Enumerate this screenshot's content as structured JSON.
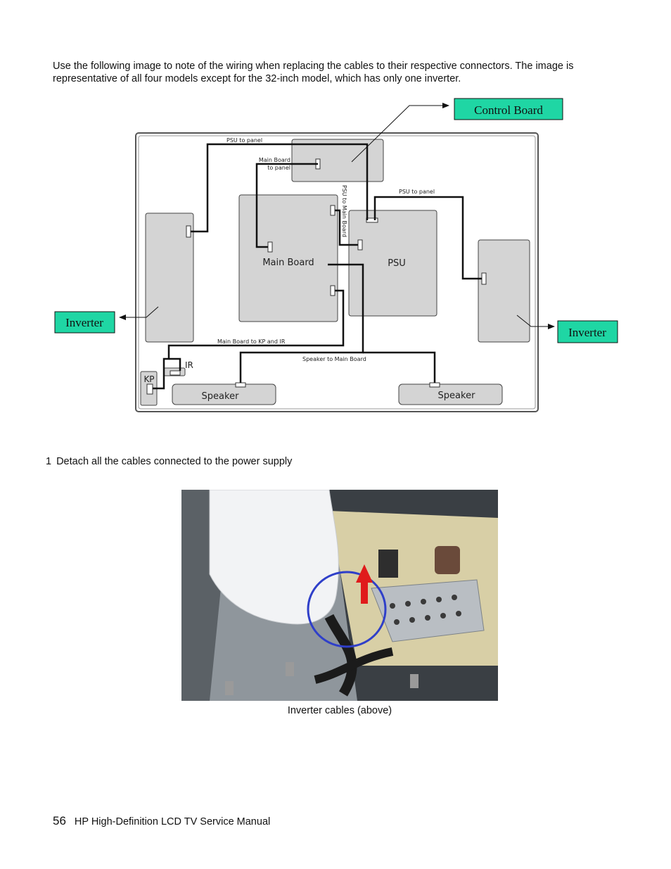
{
  "intro_text": "Use the following image to note of the wiring when replacing the cables to their respective connectors. The image is representative of all four models except for the 32-inch model, which has only one inverter.",
  "diagram": {
    "labels": {
      "control_board": "Control Board",
      "inverter_left": "Inverter",
      "inverter_right": "Inverter"
    },
    "components": {
      "main_board": "Main Board",
      "psu": "PSU",
      "speaker_left": "Speaker",
      "speaker_right": "Speaker",
      "kp": "KP",
      "ir": "IR"
    },
    "cables": {
      "psu_to_panel_left": "PSU to panel",
      "main_board_to_panel_1": "Main Board",
      "main_board_to_panel_2": "to panel",
      "psu_to_main_board": "PSU to Main Board",
      "psu_to_panel_right": "PSU to panel",
      "main_board_to_kp_ir": "Main Board to KP and IR",
      "speaker_to_main_board": "Speaker to Main Board"
    },
    "colors": {
      "callout_fill": "#1fd6a4",
      "component_fill": "#d4d4d4",
      "cable": "#111111"
    }
  },
  "step": {
    "number": "1",
    "text": "Detach all the cables connected to the power supply"
  },
  "photo": {
    "caption": "Inverter cables (above)"
  },
  "footer": {
    "page_number": "56",
    "title": "HP High-Definition LCD TV Service Manual"
  }
}
